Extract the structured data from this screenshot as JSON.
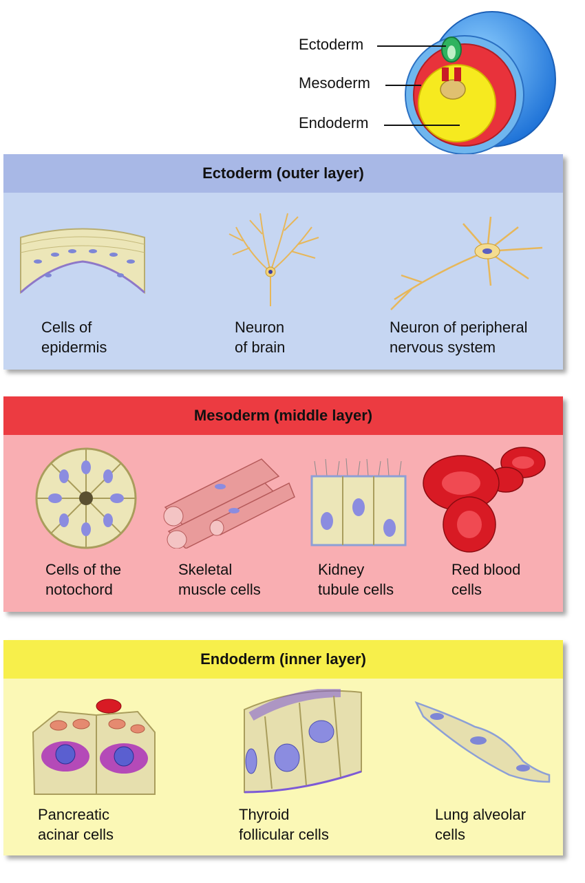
{
  "embryo": {
    "labels": {
      "ectoderm": "Ectoderm",
      "mesoderm": "Mesoderm",
      "endoderm": "Endoderm"
    }
  },
  "ectoderm": {
    "title": "Ectoderm (outer layer)",
    "items": [
      {
        "line1": "Cells of",
        "line2": "epidermis"
      },
      {
        "line1": "Neuron",
        "line2": "of brain"
      },
      {
        "line1": "Neuron of peripheral",
        "line2": "nervous system"
      }
    ]
  },
  "mesoderm": {
    "title": "Mesoderm (middle layer)",
    "items": [
      {
        "line1": "Cells of the",
        "line2": "notochord"
      },
      {
        "line1": "Skeletal",
        "line2": "muscle cells"
      },
      {
        "line1": "Kidney",
        "line2": "tubule cells"
      },
      {
        "line1": "Red blood",
        "line2": "cells"
      }
    ]
  },
  "endoderm": {
    "title": "Endoderm (inner layer)",
    "items": [
      {
        "line1": "Pancreatic",
        "line2": "acinar cells"
      },
      {
        "line1": "Thyroid",
        "line2": "follicular cells"
      },
      {
        "line1": "Lung alveolar",
        "line2": "cells"
      }
    ]
  },
  "colors": {
    "ectoderm_header": "#a8b8e6",
    "ectoderm_body": "#c6d6f2",
    "mesoderm_header": "#ec3b41",
    "mesoderm_body": "#f9aeb2",
    "endoderm_header": "#f7ef4b",
    "endoderm_body": "#fbf8b6"
  }
}
